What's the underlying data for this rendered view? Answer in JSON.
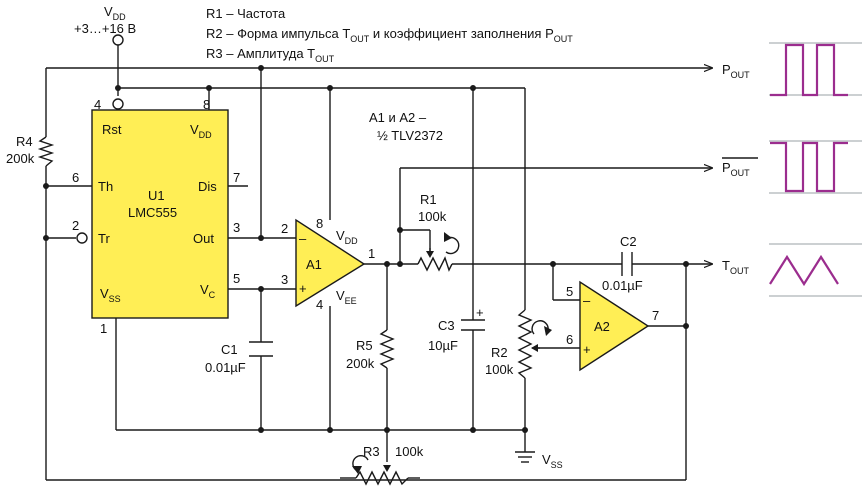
{
  "colors": {
    "chip": "#ffee55",
    "wave": "#9b2d8e",
    "wire": "#1a1a1a"
  },
  "supply": {
    "vdd": "V",
    "vdd_sub": "DD",
    "range": "+3…+16 В"
  },
  "legend": [
    {
      "pre": "R1 – Частота",
      "mid": "",
      "post": "",
      "sub2": ""
    },
    {
      "pre": "R2 – Форма импульса T",
      "mid": "OUT",
      "post": " и коэффициент заполнения P",
      "sub2": "OUT"
    },
    {
      "pre": "R3 – Амплитуда T",
      "mid": "OUT",
      "post": "",
      "sub2": ""
    }
  ],
  "note": {
    "line1": "A1 и A2 –",
    "line2": "½ TLV2372"
  },
  "u1": {
    "name": "U1",
    "part": "LMC555",
    "rst": "Rst",
    "vdd": "V",
    "vdd_sub": "DD",
    "th": "Th",
    "dis": "Dis",
    "tr": "Tr",
    "out": "Out",
    "vss": "V",
    "vss_sub": "SS",
    "vc": "V",
    "vc_sub": "C",
    "pins": {
      "rst": "4",
      "vdd": "8",
      "th": "6",
      "dis": "7",
      "tr": "2",
      "out": "3",
      "vc": "5",
      "gnd": "1"
    }
  },
  "a1": {
    "name": "A1",
    "minus": "–",
    "plus": "+",
    "vdd": "V",
    "vdd_sub": "DD",
    "vee": "V",
    "vee_sub": "EE",
    "pins": {
      "inv": "2",
      "noninv": "3",
      "out": "1",
      "vdd": "8",
      "vee": "4"
    }
  },
  "a2": {
    "name": "A2",
    "minus": "–",
    "plus": "+",
    "pins": {
      "inv": "5",
      "noninv": "6",
      "out": "7"
    }
  },
  "parts": {
    "r1": {
      "ref": "R1",
      "value": "100k"
    },
    "r2": {
      "ref": "R2",
      "value": "100k"
    },
    "r3": {
      "ref": "R3",
      "value": "100k"
    },
    "r4": {
      "ref": "R4",
      "value": "200k"
    },
    "r5": {
      "ref": "R5",
      "value": "200k"
    },
    "c1": {
      "ref": "C1",
      "value": "0.01µF"
    },
    "c2": {
      "ref": "C2",
      "value": "0.01µF"
    },
    "c3": {
      "ref": "C3",
      "value": "10µF",
      "polarity": "+"
    }
  },
  "outputs": {
    "pout": {
      "main": "P",
      "sub": "OUT"
    },
    "pout_bar": {
      "main": "P",
      "sub": "OUT"
    },
    "tout": {
      "main": "T",
      "sub": "OUT"
    }
  },
  "vss_ground": {
    "main": "V",
    "sub": "SS"
  }
}
